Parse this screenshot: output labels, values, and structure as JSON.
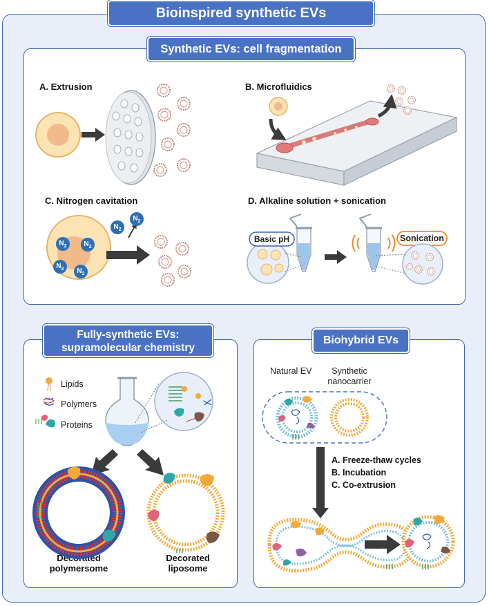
{
  "main_title": "Bioinspired synthetic EVs",
  "cell_fragmentation": {
    "title": "Synthetic EVs: cell fragmentation",
    "extrusion": "A. Extrusion",
    "microfluidics": "B. Microfluidics",
    "nitrogen_cavitation": "C. Nitrogen cavitation",
    "alkaline": "D. Alkaline solution + sonication",
    "n2": "N",
    "n2_sub": "2",
    "basic_ph": "Basic pH",
    "sonication": "Sonication"
  },
  "fully_synthetic": {
    "title_line1": "Fully-synthetic EVs:",
    "title_line2": "supramolecular chemistry",
    "legend": [
      "Lipids",
      "Polymers",
      "Proteins"
    ],
    "polymersome_line1": "Decorated",
    "polymersome_line2": "polymersome",
    "liposome_line1": "Decorated",
    "liposome_line2": "liposome"
  },
  "biohybrid": {
    "title": "Biohybrid EVs",
    "natural_ev": "Natural EV",
    "synthetic_line1": "Synthetic",
    "synthetic_line2": "nanocarrier",
    "methods": [
      "A. Freeze-thaw cycles",
      "B. Incubation",
      "C. Co-extrusion"
    ]
  },
  "colors": {
    "frame_blue": "#3f66b0",
    "tab_blue": "#4a72c4",
    "background": "#e8eff9",
    "cell_fill": "#fbe3b4",
    "nucleus": "#f2b98a",
    "vesicle": "#b7786a",
    "n2_blue": "#2f6fb3",
    "lipid_orange": "#f3a93a"
  }
}
